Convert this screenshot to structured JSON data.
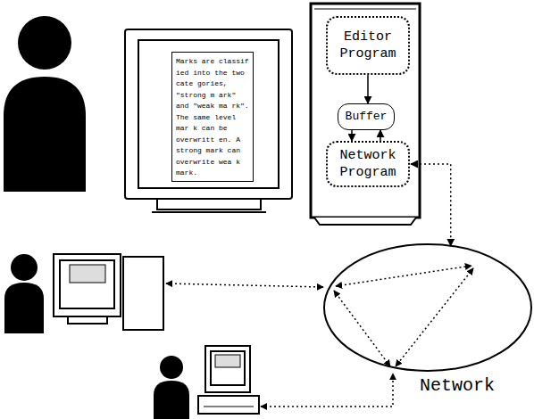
{
  "diagram": {
    "nodes": [
      {
        "text": [
          "Marks are classif ied into the two cate gories, \"strong m ark\" and \"weak ma rk\". The same level mar k can be overwritt en. A strong mark can overwrite wea k mark."
        ]
      },
      {
        "text": [
          "Editor Program"
        ]
      },
      {
        "text": [
          "Buffer"
        ]
      },
      {
        "text": [
          "Network Program"
        ]
      },
      {
        "text": [
          "Network"
        ]
      }
    ],
    "edges": [
      {
        "from": 1,
        "to": 2,
        "arrow": "to"
      },
      {
        "from": 2,
        "to": 3,
        "arrow": "to"
      },
      {
        "from": 3,
        "to": 2,
        "arrow": "to"
      },
      {
        "from": 3,
        "to": 4,
        "arrow": "both"
      }
    ]
  }
}
